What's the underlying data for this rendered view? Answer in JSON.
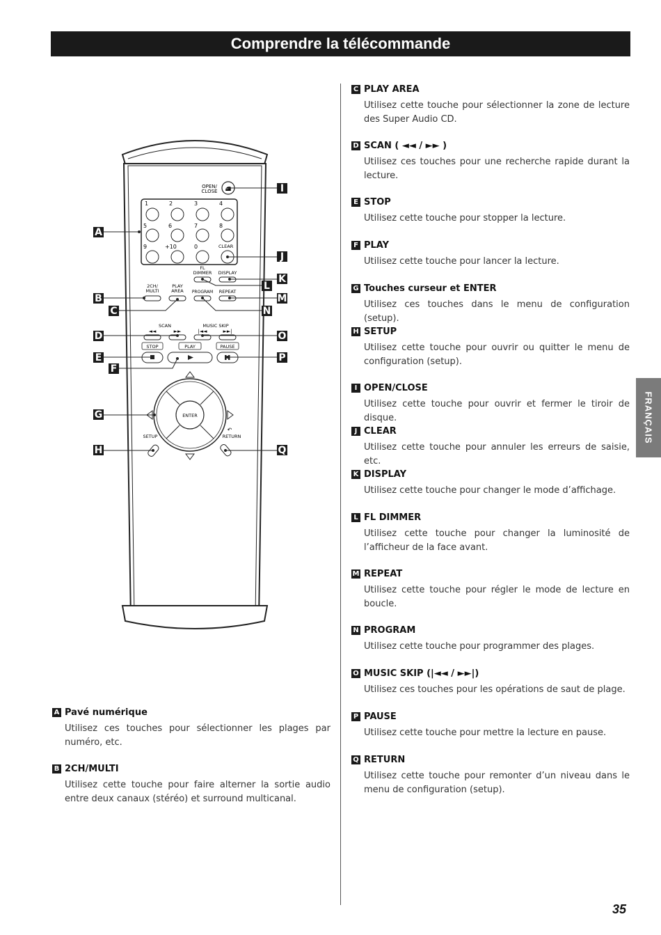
{
  "title": "Comprendre la télécommande",
  "side_tab": "FRANÇAIS",
  "page_number": "35",
  "remote": {
    "open_close": [
      "OPEN/",
      "CLOSE"
    ],
    "keys_row1": [
      "1",
      "2",
      "3",
      "4"
    ],
    "keys_row2": [
      "5",
      "6",
      "7",
      "8"
    ],
    "keys_row3": [
      "9",
      "+10",
      "0",
      "CLEAR"
    ],
    "fl_dimmer": [
      "FL",
      "DIMMER"
    ],
    "display": "DISPLAY",
    "ch_multi": [
      "2CH/",
      "MULTI"
    ],
    "play_area": [
      "PLAY",
      "AREA"
    ],
    "program": "PROGRAM",
    "repeat": "REPEAT",
    "scan": "SCAN",
    "music_skip": "MUSIC SKIP",
    "stop": "STOP",
    "play": "PLAY",
    "pause": "PAUSE",
    "enter": "ENTER",
    "setup": "SETUP",
    "return": "RETURN",
    "callouts": [
      "A",
      "B",
      "C",
      "D",
      "E",
      "F",
      "G",
      "H",
      "I",
      "J",
      "K",
      "L",
      "M",
      "N",
      "O",
      "P",
      "Q"
    ]
  },
  "left_entries": [
    {
      "letter": "A",
      "heading": "Pavé numérique",
      "text": "Utilisez ces touches pour sélectionner les plages par numéro, etc."
    },
    {
      "letter": "B",
      "heading": "2CH/MULTI",
      "text": "Utilisez cette touche pour faire alterner la sortie audio entre deux canaux (stéréo) et surround multicanal."
    }
  ],
  "right_entries": [
    {
      "letter": "C",
      "heading": "PLAY AREA",
      "text": "Utilisez cette touche pour sélectionner la zone de lecture des Super Audio CD."
    },
    {
      "letter": "D",
      "heading": "SCAN ( ◄◄ / ►► )",
      "text": "Utilisez ces touches pour une recherche rapide durant la lecture."
    },
    {
      "letter": "E",
      "heading": "STOP",
      "text": "Utilisez cette touche pour stopper la lecture."
    },
    {
      "letter": "F",
      "heading": "PLAY",
      "text": "Utilisez cette touche pour lancer la lecture."
    },
    {
      "letter": "G",
      "heading": "Touches curseur et ENTER",
      "text": "Utilisez ces touches dans le menu de configuration (setup)."
    },
    {
      "letter": "H",
      "heading": "SETUP",
      "text": "Utilisez cette touche pour ouvrir ou quitter le menu de configuration (setup)."
    },
    {
      "letter": "I",
      "heading": "OPEN/CLOSE",
      "text": "Utilisez cette touche pour ouvrir et fermer le tiroir de disque."
    },
    {
      "letter": "J",
      "heading": "CLEAR",
      "text": "Utilisez cette touche pour annuler les erreurs de saisie, etc."
    },
    {
      "letter": "K",
      "heading": "DISPLAY",
      "text": "Utilisez cette touche pour changer le mode d’affichage."
    },
    {
      "letter": "L",
      "heading": "FL DIMMER",
      "text": "Utilisez cette touche pour changer la luminosité de l’afficheur de la face avant."
    },
    {
      "letter": "M",
      "heading": "REPEAT",
      "text": "Utilisez cette touche pour régler le mode de lecture en boucle."
    },
    {
      "letter": "N",
      "heading": "PROGRAM",
      "text": "Utilisez cette touche pour programmer des plages."
    },
    {
      "letter": "O",
      "heading": "MUSIC SKIP (|◄◄ / ►►|)",
      "text": "Utilisez ces touches pour les opérations de saut de plage."
    },
    {
      "letter": "P",
      "heading": "PAUSE",
      "text": "Utilisez cette touche pour mettre la lecture en pause."
    },
    {
      "letter": "Q",
      "heading": "RETURN",
      "text": "Utilisez cette touche pour remonter d’un niveau dans le menu de configuration (setup)."
    }
  ]
}
